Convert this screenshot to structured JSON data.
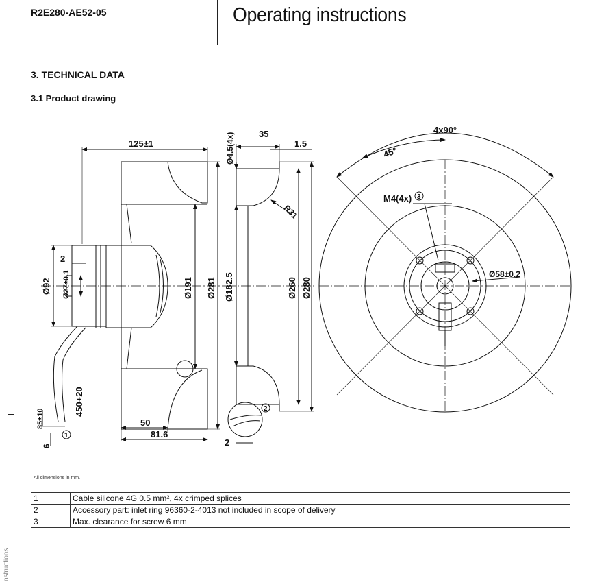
{
  "header": {
    "model": "R2E280-AE52-05",
    "title": "Operating instructions"
  },
  "section": {
    "heading": "3. TECHNICAL DATA",
    "subheading": "3.1 Product drawing"
  },
  "dims": {
    "d125": "125±1",
    "d2a": "2",
    "d92": "Ø92",
    "d27": "Ø27±0.1",
    "d450": "450+20",
    "d85": "85±10",
    "d6": "6",
    "d50": "50",
    "d816": "81.6",
    "d191": "Ø191",
    "d281": "Ø281",
    "d45hole": "Ø4.5(4x)",
    "d35": "35",
    "d15": "1.5",
    "dR31": "R31",
    "d1825": "Ø182.5",
    "d260": "Ø260",
    "d280": "Ø280",
    "d2b": "2",
    "d4x90": "4x90°",
    "d45deg": "45°",
    "dM4": "M4(4x)",
    "d58": "Ø58±0.2",
    "c1": "1",
    "c2": "2",
    "c3": "3"
  },
  "note": "All dimensions in mm.",
  "notes_table": [
    {
      "num": "1",
      "text": "Cable silicone 4G 0.5 mm², 4x crimped splices"
    },
    {
      "num": "2",
      "text": "Accessory part: inlet ring 96360-2-4013 not included in scope of delivery"
    },
    {
      "num": "3",
      "text": "Max. clearance for screw 6 mm"
    }
  ],
  "side_label": "nstructions"
}
